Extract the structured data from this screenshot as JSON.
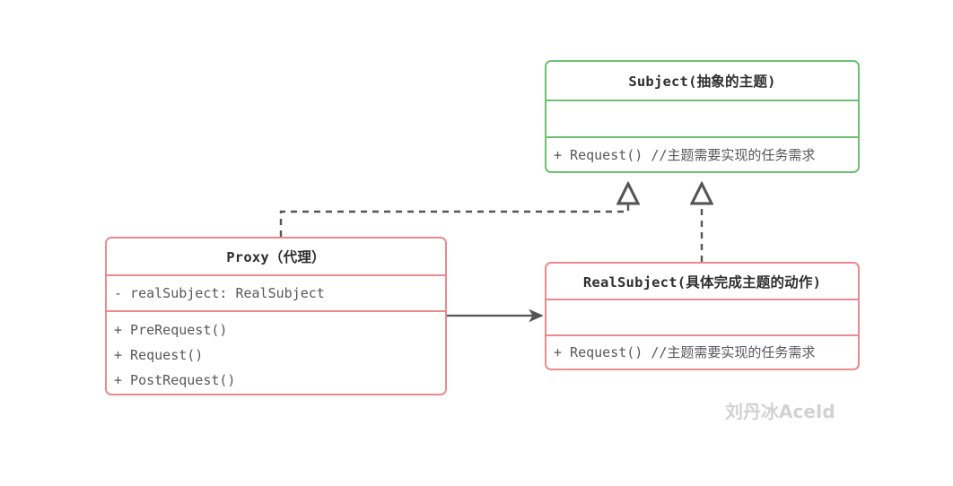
{
  "diagram": {
    "title": "Proxy Pattern UML Class Diagram",
    "background": "#ffffff",
    "colors": {
      "interface_border": "#6fbf73",
      "class_border": "#ea8a8d",
      "connector": "#555555",
      "name_text": "#2f2f2f",
      "member_text": "#585858",
      "watermark": "#d2d2d2"
    }
  },
  "classes": {
    "subject": {
      "name": "Subject(抽象的主题)",
      "stereotype": "interface",
      "attributes": [],
      "operations": [
        "+ Request() //主题需要实现的任务需求"
      ]
    },
    "realsubject": {
      "name": "RealSubject(具体完成主题的动作)",
      "stereotype": "class",
      "attributes": [],
      "operations": [
        "+ Request() //主题需要实现的任务需求"
      ]
    },
    "proxy": {
      "name": "Proxy（代理）",
      "stereotype": "class",
      "attributes": [
        "- realSubject: RealSubject"
      ],
      "operations": [
        "+ PreRequest()",
        "+ Request()",
        "+ PostRequest()"
      ]
    }
  },
  "relations": [
    {
      "id": "proxy-realizes-subject",
      "type": "realization",
      "style": "dashed",
      "arrowhead": "hollow-triangle",
      "from": "proxy",
      "to": "subject",
      "label": ""
    },
    {
      "id": "realsubject-realizes-subject",
      "type": "realization",
      "style": "dashed",
      "arrowhead": "hollow-triangle",
      "from": "realsubject",
      "to": "subject",
      "label": ""
    },
    {
      "id": "proxy-associates-realsubject",
      "type": "association",
      "style": "solid",
      "arrowhead": "open-arrow",
      "from": "proxy",
      "to": "realsubject",
      "label": ""
    }
  ],
  "watermark": {
    "text": "刘丹冰AceId"
  }
}
